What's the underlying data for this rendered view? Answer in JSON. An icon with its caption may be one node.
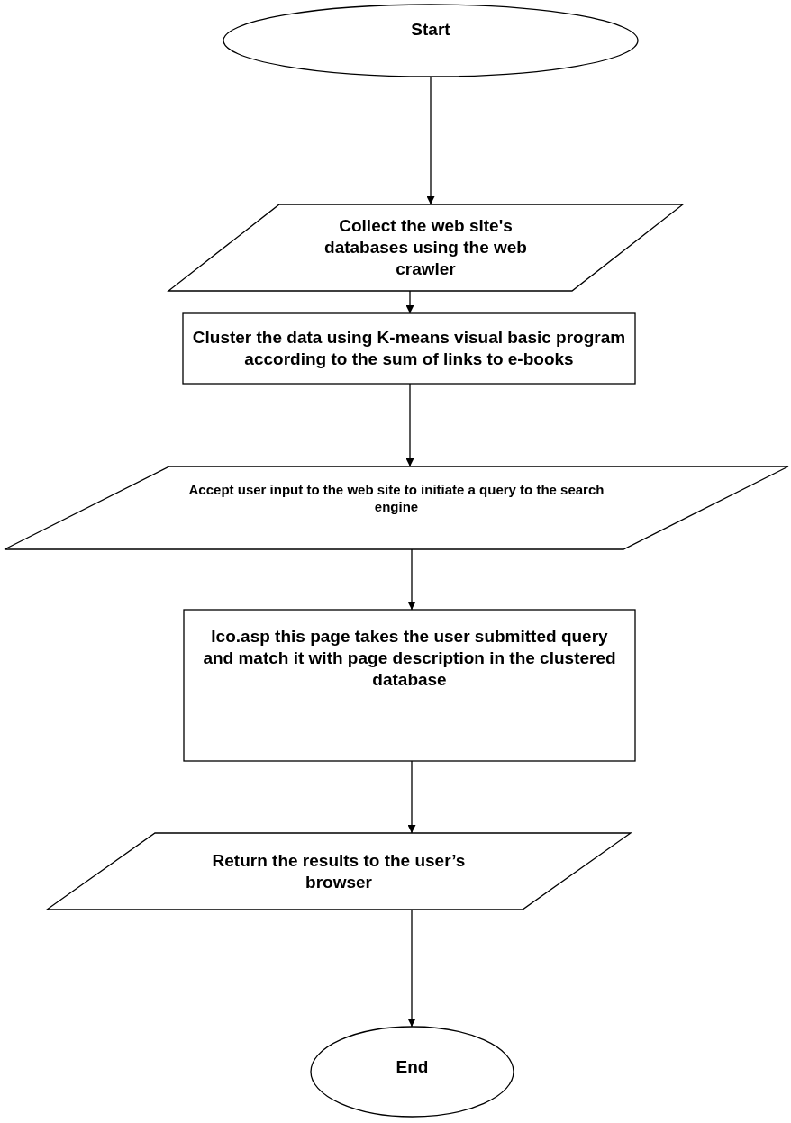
{
  "diagram": {
    "nodes": [
      {
        "text": [
          "Start"
        ]
      },
      {
        "text": [
          "Collect the web site's databases using the web crawler"
        ]
      },
      {
        "text": [
          "Cluster the data using K-means visual basic program according to the sum of links to e-books"
        ]
      },
      {
        "text": [
          "Accept user input to the web site to initiate a query to the search engine"
        ]
      },
      {
        "text": [
          "Ico.asp this page takes the user submitted query and match it with page description in the clustered database"
        ]
      },
      {
        "text": [
          "Return the results to the user’s browser"
        ]
      },
      {
        "text": [
          "End"
        ]
      }
    ],
    "edges": [
      {
        "from": 0,
        "to": 1,
        "arrow": "to"
      },
      {
        "from": 1,
        "to": 2,
        "arrow": "to"
      },
      {
        "from": 2,
        "to": 3,
        "arrow": "to"
      },
      {
        "from": 3,
        "to": 4,
        "arrow": "to"
      },
      {
        "from": 4,
        "to": 5,
        "arrow": "to"
      },
      {
        "from": 5,
        "to": 6,
        "arrow": "to"
      }
    ]
  }
}
